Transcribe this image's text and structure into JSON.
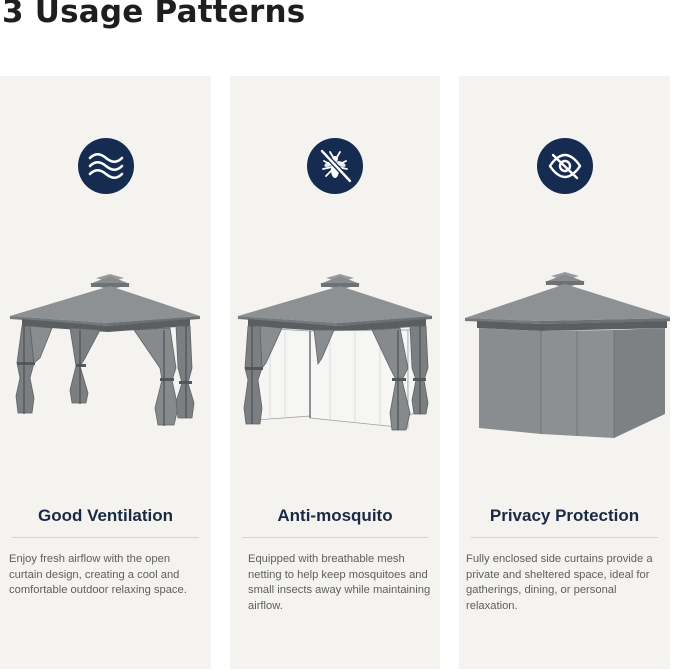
{
  "title": "3 Usage Patterns",
  "colors": {
    "badge_bg": "#152b4f",
    "card_bg": "#f4f3ef",
    "title_text": "#1a2a44",
    "canopy_gray": "#8e9194",
    "curtain_gray": "#7c7f82"
  },
  "cards": [
    {
      "icon": "wind-waves-icon",
      "illustration": "gazebo-open-curtains",
      "title": "Good Ventilation",
      "description": "Enjoy fresh airflow with the open curtain design, creating a cool and comfortable outdoor relaxing space."
    },
    {
      "icon": "no-mosquito-icon",
      "illustration": "gazebo-mesh-netting",
      "title": "Anti-mosquito",
      "description": "Equipped with breathable mesh netting to help keep mosquitoes and small insects away while maintaining airflow."
    },
    {
      "icon": "eye-slash-icon",
      "illustration": "gazebo-enclosed-sidewalls",
      "title": "Privacy Protection",
      "description": "Fully enclosed side curtains provide a private and sheltered space, ideal for gatherings, dining, or personal relaxation."
    }
  ]
}
